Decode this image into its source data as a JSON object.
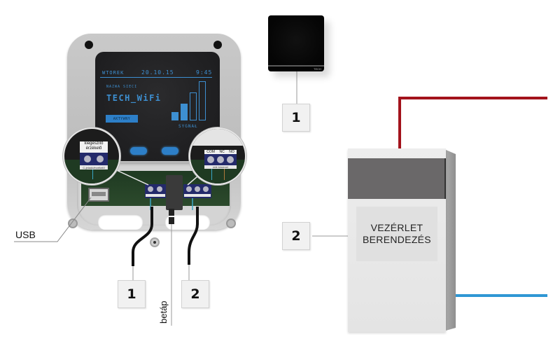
{
  "controller": {
    "screen": {
      "day": "WTOREK",
      "date": "20.10.15",
      "time": "9:45",
      "network_label": "NAZWA SIECI",
      "network_name": "TECH_WiFi",
      "status_button": "AKTYWNY",
      "signal_label": "SYGNAŁ",
      "signal_level_bars": 2,
      "signal_total_bars": 4
    },
    "terminals": {
      "left_label": "kiegészítő érzékelő",
      "left_bottom_label": "C-jeladó/érzékelő",
      "right_labels": [
        "COM",
        "NC",
        "NO"
      ],
      "right_bottom_label": "relé kimenet"
    }
  },
  "labels": {
    "usb": "USB",
    "power": "betáp",
    "sensor_callout": "1",
    "controller_callout_1": "1",
    "controller_callout_2": "2",
    "device_callout": "2"
  },
  "device": {
    "line1": "VEZÉRLET",
    "line2": "BERENDEZÉS"
  },
  "sensor": {
    "logo": "TECH"
  },
  "colors": {
    "screen_accent": "#3d8fd1",
    "supply_pipe": "#a3131c",
    "return_pipe": "#2f97d4",
    "terminal_block": "#242a6b"
  }
}
